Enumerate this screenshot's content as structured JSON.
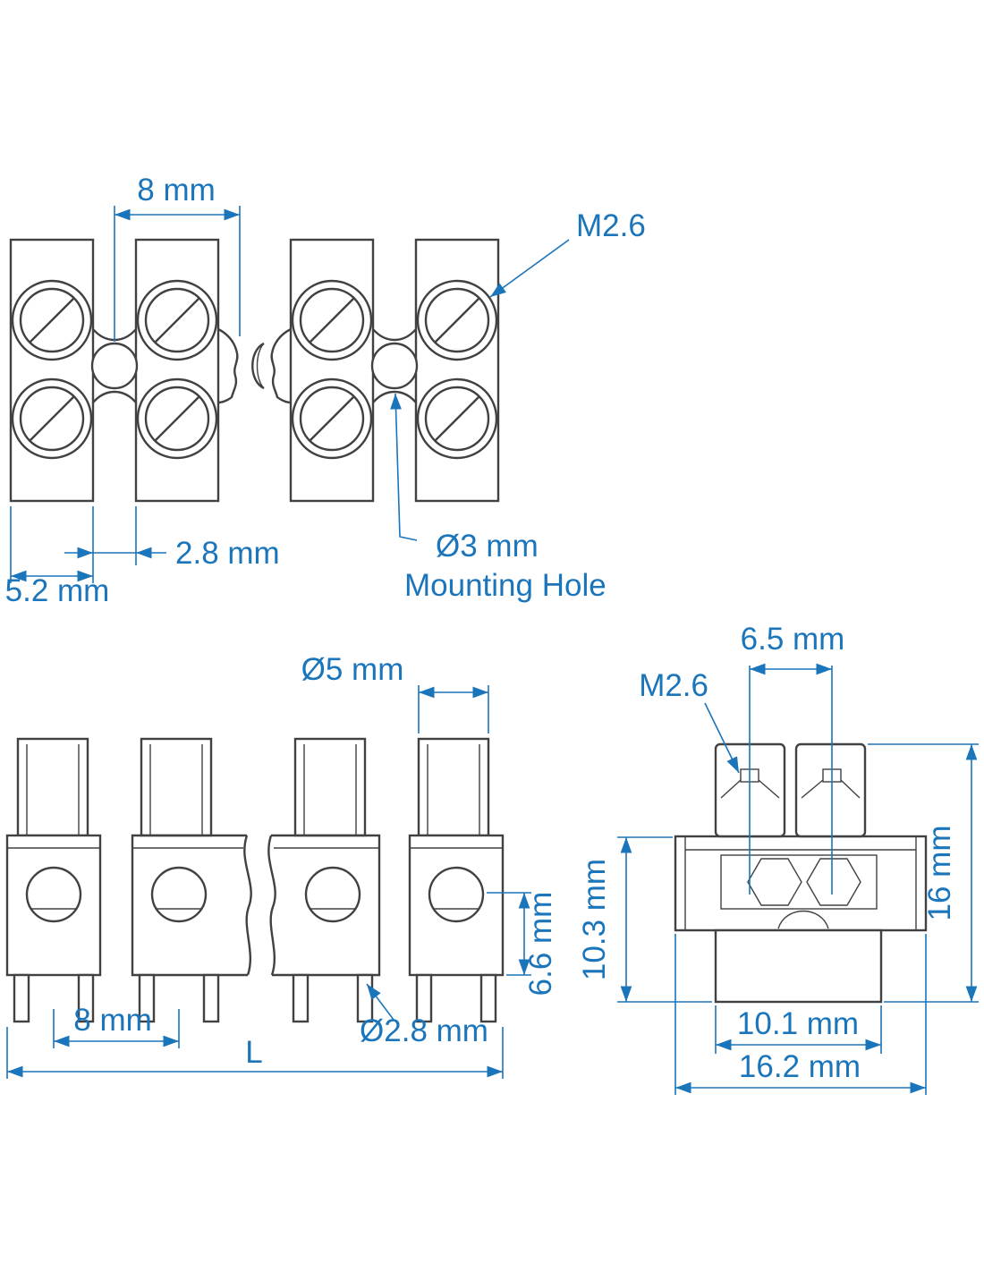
{
  "colors": {
    "dimension_accent": "#1b75bb",
    "drawing_line": "#414042",
    "background": "#ffffff"
  },
  "top_view": {
    "pitch": "8 mm",
    "thread": "M2.6",
    "gap": "2.8 mm",
    "block_width": "5.2 mm",
    "hole_diameter": "Ø3 mm",
    "hole_label": "Mounting Hole"
  },
  "front_view": {
    "screw_diameter": "Ø5 mm",
    "pitch": "8 mm",
    "pin_diameter": "Ø2.8 mm",
    "hole_depth": "6.6 mm",
    "length": "L"
  },
  "side_view": {
    "screw_spacing": "6.5 mm",
    "thread": "M2.6",
    "body_height": "10.3 mm",
    "total_height": "16 mm",
    "base_width": "10.1 mm",
    "total_width": "16.2 mm"
  }
}
